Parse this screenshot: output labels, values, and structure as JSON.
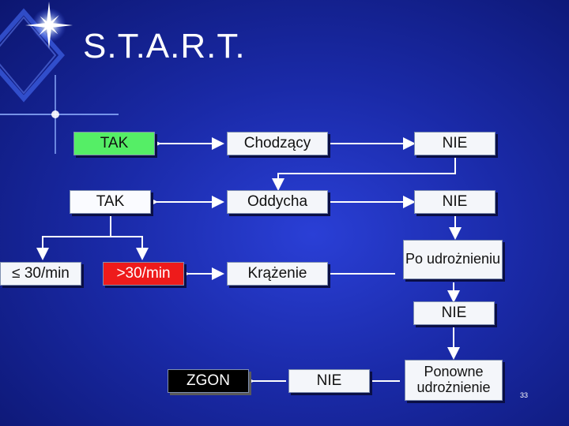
{
  "slide": {
    "title": "S.T.A.R.T.",
    "page_number": "33"
  },
  "nodes": {
    "tak_walking": "TAK",
    "walking": "Chodzący",
    "nie_walking": "NIE",
    "tak_breathing": "TAK",
    "breathing": "Oddycha",
    "nie_breathing": "NIE",
    "rate_low": "≤ 30/min",
    "rate_high": ">30/min",
    "circulation": "Krążenie",
    "after_clearing": "Po udrożnieniu",
    "nie_after_clearing": "NIE",
    "death": "ZGON",
    "nie_final": "NIE",
    "re_clearing": "Ponowne udrożnienie"
  },
  "colors": {
    "background": "#1a2aa8",
    "green": "#55ee66",
    "red": "#ee1b1b",
    "black": "#000000"
  }
}
